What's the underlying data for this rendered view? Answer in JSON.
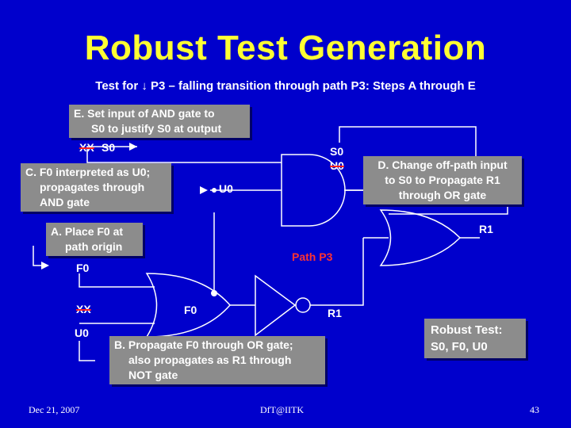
{
  "title": "Robust Test Generation",
  "subtitle": "Test for ↓ P3 – falling transition through path P3: Steps A through E",
  "boxes": {
    "e_line1": "E. Set input of AND gate to",
    "e_line2": "S0 to justify S0 at output",
    "c_line1": "C. F0 interpreted as U0;",
    "c_line2": "propagates through",
    "c_line3": "AND gate",
    "a_line1": "A. Place F0 at",
    "a_line2": "path origin",
    "d_line1": "D. Change off-path input",
    "d_line2": "to S0 to Propagate R1",
    "d_line3": "through OR gate",
    "b_line1": "B. Propagate F0 through OR gate;",
    "b_line2": "also propagates as R1 through",
    "b_line3": "NOT gate",
    "robust_line1": "Robust Test:",
    "robust_line2": "S0, F0, U0"
  },
  "labels": {
    "xx_top": "XX",
    "s0_top": "S0",
    "and_out_s0": "S0",
    "and_out_u0": "U0",
    "u0_mid": "U0",
    "r1_or_in": "R1",
    "path_p3": "Path P3",
    "f0_left": "F0",
    "xx_bottom": "XX",
    "f0_or_out": "F0",
    "r1_not_out": "R1",
    "u0_bottom": "U0"
  },
  "footer": {
    "date": "Dec 21, 2007",
    "center": "DfT@IITK",
    "page": "43"
  },
  "colors": {
    "background": "#0000cc",
    "title": "#ffff33",
    "box": "#8c8c8c",
    "path_label": "#ff3333",
    "strike": "#ff2020"
  }
}
